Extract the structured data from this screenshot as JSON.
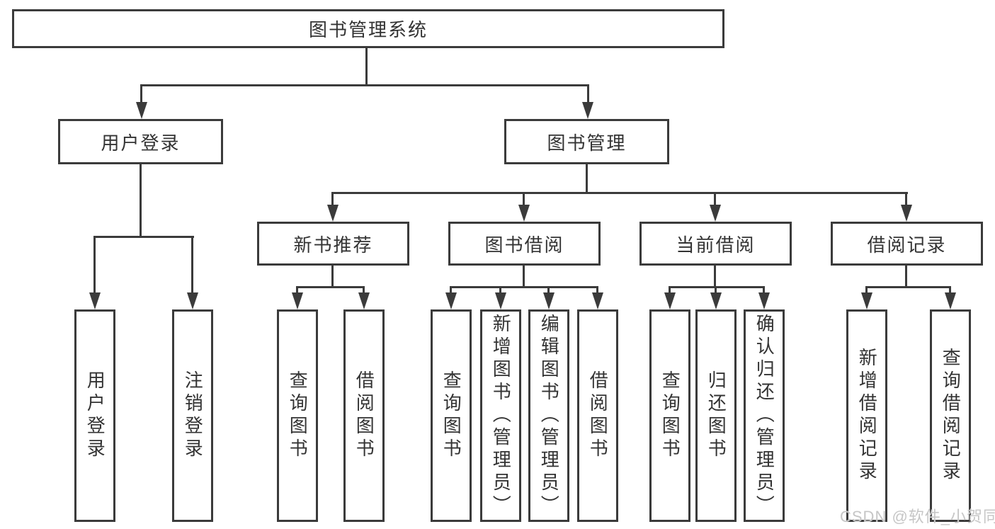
{
  "diagram": {
    "root": {
      "label": "图书管理系统"
    },
    "branches": {
      "user_login": {
        "label": "用户登录"
      },
      "book_mgmt": {
        "label": "图书管理"
      }
    },
    "modules": {
      "new_book_rec": {
        "label": "新书推荐"
      },
      "book_borrow": {
        "label": "图书借阅"
      },
      "current_borrow": {
        "label": "当前借阅"
      },
      "borrow_records": {
        "label": "借阅记录"
      }
    },
    "leaves": {
      "user_login_action": {
        "label": "用户登录"
      },
      "logout_action": {
        "label": "注销登录"
      },
      "rec_query_books": {
        "label": "查询图书"
      },
      "rec_borrow_books": {
        "label": "借阅图书"
      },
      "bb_query_books": {
        "label": "查询图书"
      },
      "bb_add_books": {
        "label": "新增图书（管理员）"
      },
      "bb_edit_books": {
        "label": "编辑图书（管理员）"
      },
      "bb_borrow_books": {
        "label": "借阅图书"
      },
      "cb_query_books": {
        "label": "查询图书"
      },
      "cb_return_books": {
        "label": "归还图书"
      },
      "cb_confirm_return": {
        "label": "确认归还（管理员）"
      },
      "br_add_record": {
        "label": "新增借阅记录"
      },
      "br_query_record": {
        "label": "查询借阅记录"
      }
    }
  },
  "watermark": {
    "text": "CSDN @软件_小贺同学"
  },
  "colors": {
    "line": "#3b3b3b",
    "text": "#333333",
    "box_background": "#ffffff",
    "watermark": "#c6c6c6"
  }
}
